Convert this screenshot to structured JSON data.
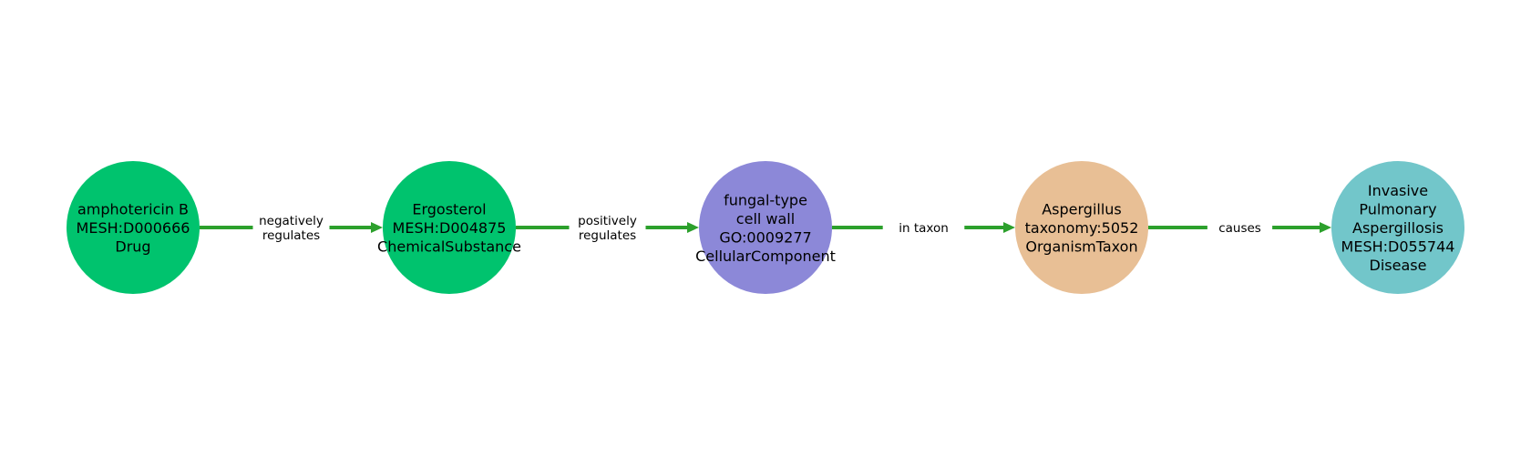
{
  "edge_color": "#2ca02c",
  "nodes": [
    {
      "lines": [
        "amphotericin B",
        "MESH:D000666",
        "Drug"
      ],
      "color": "#00c36e"
    },
    {
      "lines": [
        "Ergosterol",
        "MESH:D004875",
        "ChemicalSubstance"
      ],
      "color": "#00c36e"
    },
    {
      "lines": [
        "fungal-type",
        "cell wall",
        "GO:0009277",
        "CellularComponent"
      ],
      "color": "#8c88d8"
    },
    {
      "lines": [
        "Aspergillus",
        "taxonomy:5052",
        "OrganismTaxon"
      ],
      "color": "#e8bf95"
    },
    {
      "lines": [
        "Invasive",
        "Pulmonary",
        "Aspergillosis",
        "MESH:D055744",
        "Disease"
      ],
      "color": "#72c6ca"
    }
  ],
  "edges": [
    {
      "from": 0,
      "to": 1,
      "lines": [
        "negatively",
        "regulates"
      ]
    },
    {
      "from": 1,
      "to": 2,
      "lines": [
        "positively",
        "regulates"
      ]
    },
    {
      "from": 2,
      "to": 3,
      "lines": [
        "in taxon"
      ]
    },
    {
      "from": 3,
      "to": 4,
      "lines": [
        "causes"
      ]
    }
  ]
}
